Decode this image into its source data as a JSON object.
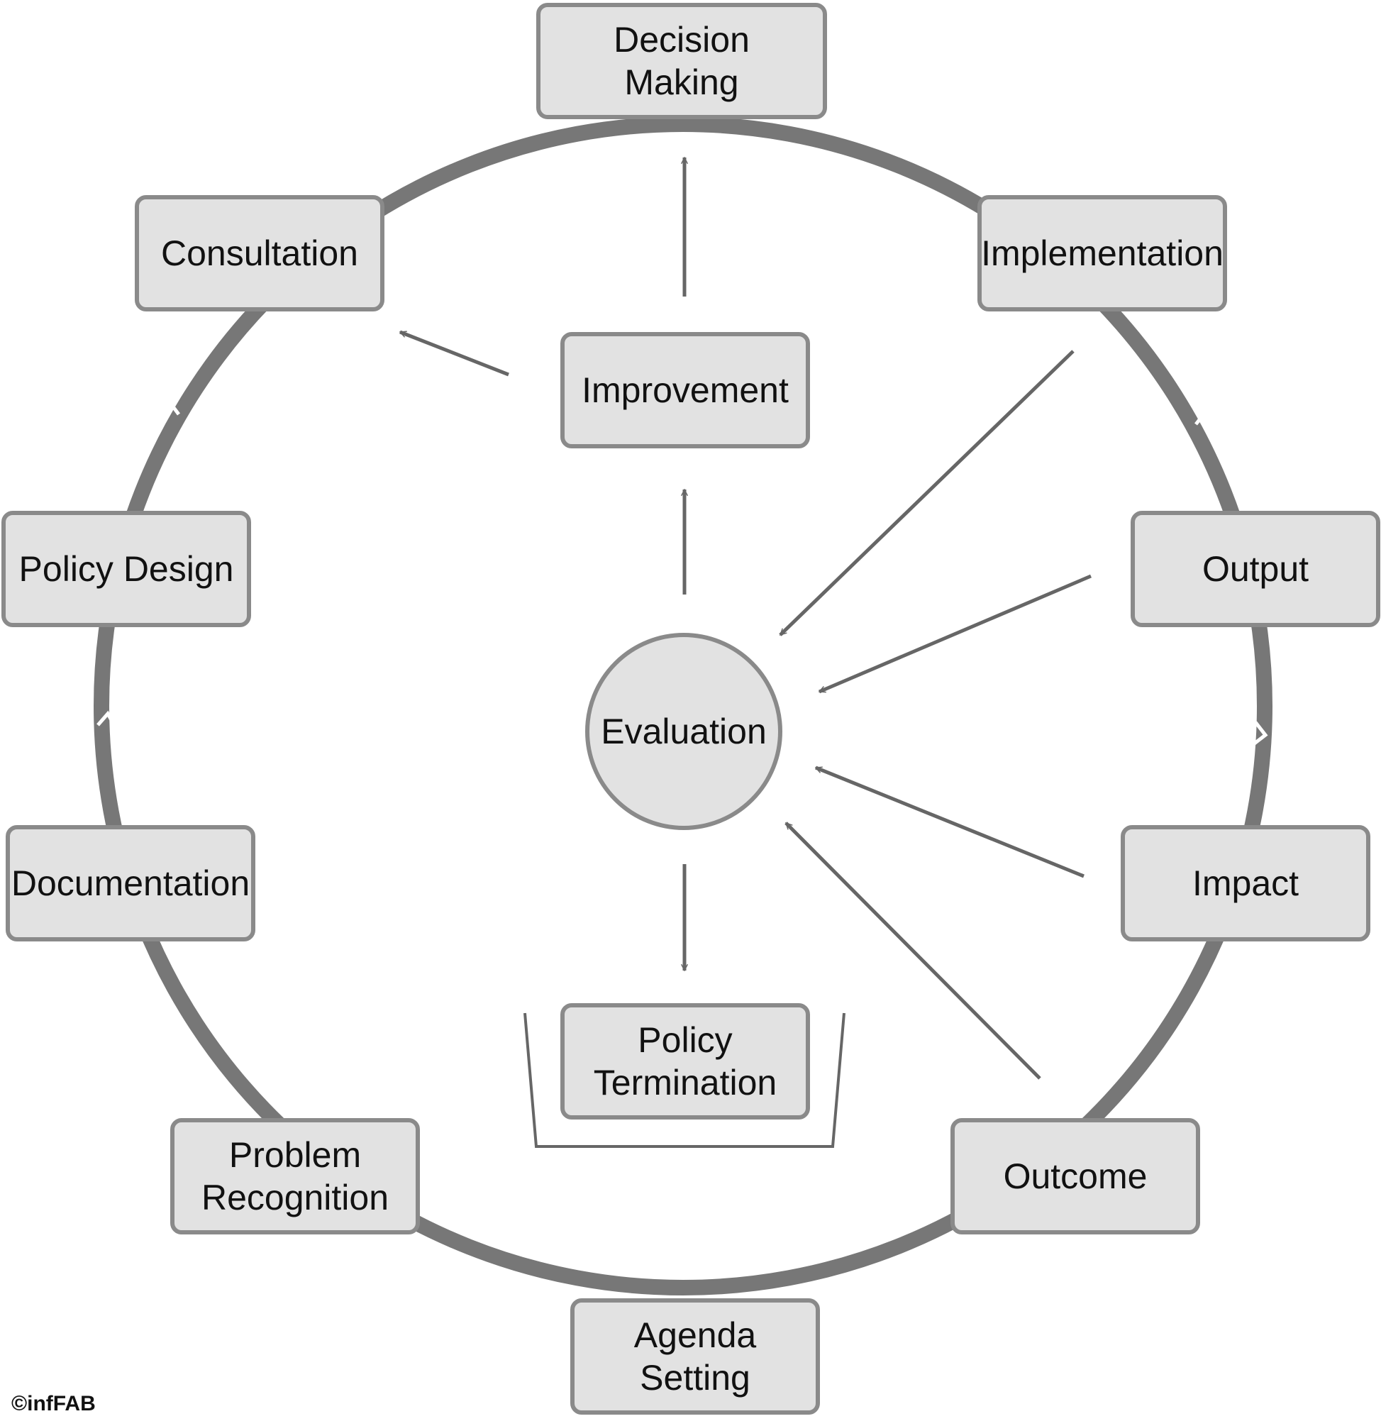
{
  "colors": {
    "ring": "#777777",
    "arrow": "#666666",
    "box_fill": "#e2e2e2",
    "box_border": "#8a8a8a"
  },
  "nodes": {
    "decision_making": "Decision\nMaking",
    "implementation": "Implementation",
    "output": "Output",
    "impact": "Impact",
    "outcome": "Outcome",
    "agenda_setting": "Agenda\nSetting",
    "problem_recognition": "Problem\nRecognition",
    "documentation": "Documentation",
    "policy_design": "Policy Design",
    "consultation": "Consultation",
    "improvement": "Improvement",
    "evaluation": "Evaluation",
    "policy_termination": "Policy\nTermination"
  },
  "copyright": "©infFAB"
}
